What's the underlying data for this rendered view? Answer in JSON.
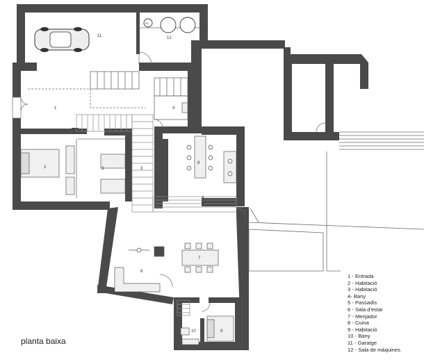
{
  "colors": {
    "wall": "#4a4a4a",
    "line": "#6a6a6a",
    "stair": "#8a8a8a",
    "background": "#ffffff"
  },
  "plan_title": "planta baixa",
  "room_numbers": {
    "garage": "11",
    "machine_room": "12",
    "machine_tank": "00",
    "entrance": "1",
    "bedroom_a": "2",
    "bedroom_b": "3",
    "corridor": "3",
    "bathroom_a": "4",
    "kitchen": "8",
    "stair_up": "4",
    "stair_down": "4",
    "dining": "7",
    "living": "6",
    "bathroom_b": "10",
    "bedroom_c": "9"
  },
  "legend": [
    "1 - Entrada",
    "2 - Habitació",
    "3 - Habitació",
    "4- Bany",
    "5 - Passadís",
    "6 - Sala d'estar",
    "7 - Menjador",
    "8 - Cuina",
    "9 - Habitació",
    "10 - Bany",
    "11 - Garatge",
    "12 - Sala de màquines"
  ]
}
